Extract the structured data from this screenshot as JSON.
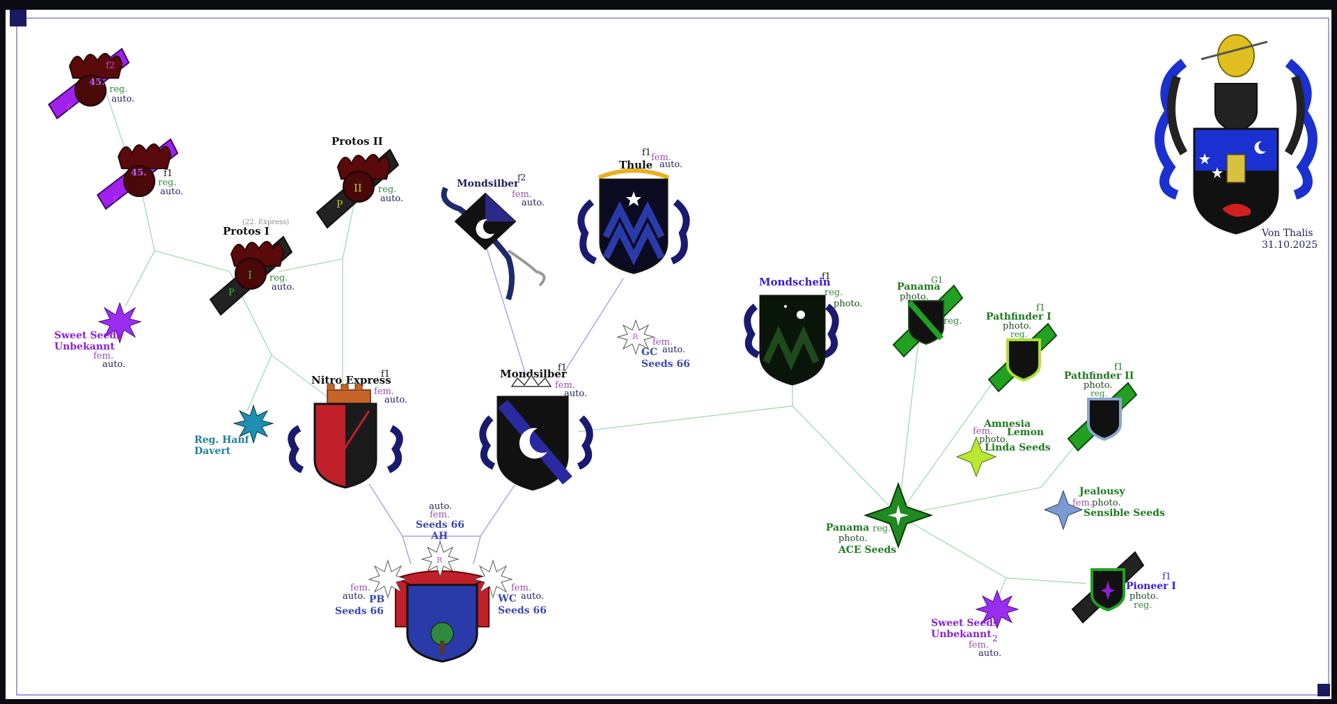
{
  "colors": {
    "paper": "#ffffff",
    "frame": "#0b0b12",
    "frameLine": "#4a3fa8",
    "line": "#a8dcb8",
    "lineViolet": "#a7a0e0",
    "navy": "#23237a",
    "green": "#1f7a1f",
    "violet": "#8a22d8",
    "teal": "#1d7f9a",
    "fem": "#9b4fa8",
    "regGreen": "#2e8b3e",
    "royal": "#3a48b0"
  },
  "nodes": {
    "top1": {
      "badge": "45.",
      "sup": "f2",
      "reg": "reg.",
      "auto": "auto.",
      "p": "F"
    },
    "top2": {
      "badge": "45.",
      "sup": "f1",
      "reg": "reg.",
      "auto": "auto.",
      "p": "F"
    },
    "protos2": {
      "name": "Protos II",
      "roman": "II",
      "p": "P",
      "reg": "reg.",
      "auto": "auto."
    },
    "protos1": {
      "name": "Protos I",
      "note": "(22. Express)",
      "roman": "I",
      "p": "P",
      "reg": "reg.",
      "auto": "auto."
    },
    "sweet1": {
      "line1": "Sweet Seeds",
      "line2": "Unbekannt",
      "fem": "fem.",
      "auto": "auto."
    },
    "hanf": {
      "line1": "Reg. Hanf",
      "line2": "Davert"
    },
    "nitro": {
      "name": "Nitro Express",
      "sup": "f1",
      "fem": "fem.",
      "auto": "auto."
    },
    "mondsilberF2": {
      "name": "Mondsilber",
      "sup": "f2",
      "fem": "fem.",
      "auto": "auto."
    },
    "thule": {
      "name": "Thule",
      "sup": "f1",
      "fem": "fem.",
      "auto": "auto."
    },
    "gc": {
      "star": "R",
      "code": "GC",
      "breeder": "Seeds 66",
      "fem": "fem.",
      "auto": "auto."
    },
    "mondsilberF1": {
      "name": "Mondsilber",
      "sup": "f1",
      "fem": "fem.",
      "auto": "auto."
    },
    "ah": {
      "star": "R",
      "auto": "auto.",
      "fem": "fem.",
      "breeder": "Seeds 66",
      "code": "AH"
    },
    "pb": {
      "code": "PB",
      "breeder": "Seeds 66",
      "fem": "fem.",
      "auto": "auto."
    },
    "wc": {
      "code": "WC",
      "breeder": "Seeds 66",
      "fem": "fem.",
      "auto": "auto."
    },
    "mondschein": {
      "name": "Mondschein",
      "sup": "f1",
      "reg": "reg.",
      "photo": "photo."
    },
    "panamaG1": {
      "name": "Panama",
      "sup": "G1",
      "photo": "photo.",
      "reg": "reg."
    },
    "pathfinder1": {
      "name": "Pathfinder I",
      "sup": "f1",
      "photo": "photo.",
      "reg": "reg."
    },
    "pathfinder2": {
      "name": "Pathfinder II",
      "sup": "f1",
      "photo": "photo.",
      "reg": "reg."
    },
    "amnesia": {
      "line1": "Amnesia",
      "line2": "Lemon",
      "breeder": "Linda Seeds",
      "fem": "fem.",
      "photo": "photo."
    },
    "jealousy": {
      "name": "Jealousy",
      "breeder": "Sensible Seeds",
      "fem": "fem.",
      "photo": "photo."
    },
    "panamaAce": {
      "name": "Panama",
      "breeder": "ACE Seeds",
      "reg": "reg.",
      "photo": "photo."
    },
    "pioneer": {
      "name": "Pioneer I",
      "sup": "f1",
      "photo": "photo.",
      "reg": "reg."
    },
    "sweet2": {
      "line1": "Sweet Seeds",
      "line2": "Unbekannt",
      "sub": "2",
      "fem": "fem.",
      "auto": "auto."
    }
  },
  "signature": {
    "name": "Von Thalis",
    "date": "31.10.2025"
  }
}
